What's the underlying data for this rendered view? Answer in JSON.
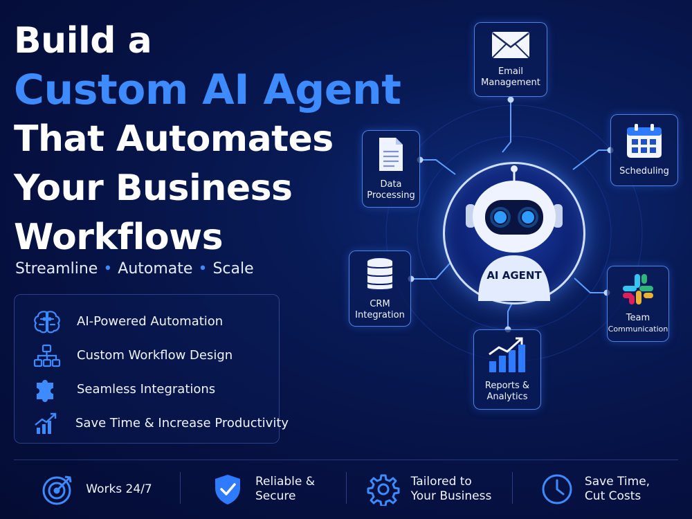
{
  "headline": {
    "line1": "Build a",
    "line2": "Custom AI Agent",
    "line3": "That Automates",
    "line4": "Your Business",
    "line5": "Workflows"
  },
  "tagline": {
    "word1": "Streamline",
    "word2": "Automate",
    "word3": "Scale",
    "separator": "•"
  },
  "features": [
    {
      "icon": "brain-icon",
      "label": "AI-Powered Automation"
    },
    {
      "icon": "workflow-icon",
      "label": "Custom Workflow Design"
    },
    {
      "icon": "puzzle-icon",
      "label": "Seamless Integrations"
    },
    {
      "icon": "growth-chart-icon",
      "label": "Save Time & Increase Productivity"
    }
  ],
  "hub": {
    "label": "AI AGENT",
    "icon": "robot-icon"
  },
  "nodes": {
    "email": {
      "icon": "envelope-icon",
      "line1": "Email",
      "line2": "Management"
    },
    "data": {
      "icon": "document-icon",
      "line1": "Data",
      "line2": "Processing"
    },
    "scheduling": {
      "icon": "calendar-icon",
      "line1": "Scheduling"
    },
    "crm": {
      "icon": "database-icon",
      "line1": "CRM",
      "line2": "Integration"
    },
    "team": {
      "icon": "slack-icon",
      "line1": "Team",
      "line2": "Communication"
    },
    "reports": {
      "icon": "bar-chart-icon",
      "line1": "Reports &",
      "line2": "Analytics"
    }
  },
  "benefits": [
    {
      "icon": "target-icon",
      "label": "Works 24/7"
    },
    {
      "icon": "shield-check-icon",
      "label": "Reliable &\nSecure"
    },
    {
      "icon": "gear-icon",
      "label": "Tailored to\nYour Business"
    },
    {
      "icon": "clock-icon",
      "label": "Save Time,\nCut Costs"
    }
  ],
  "colors": {
    "accent": "#3d8bff",
    "background": "#061244",
    "card_border": "#5a96ff"
  }
}
